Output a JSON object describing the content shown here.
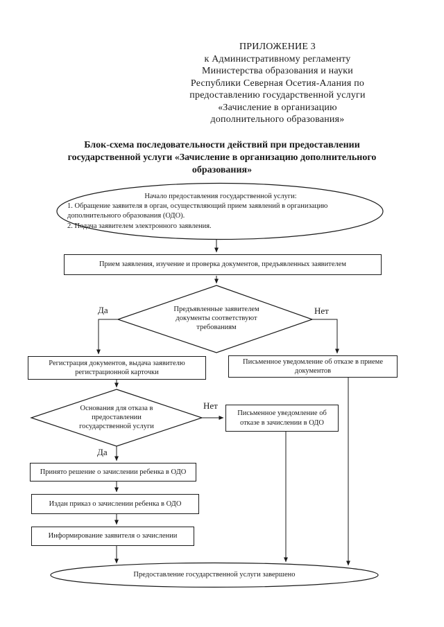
{
  "header": {
    "lines": [
      "ПРИЛОЖЕНИЕ 3",
      "к Административному регламенту",
      "Министерства образования и науки",
      "Республики Северная Осетия-Алания по",
      "предоставлению государственной услуги",
      "«Зачисление в организацию",
      "дополнительного образования»"
    ]
  },
  "title": {
    "lines": [
      "Блок-схема последовательности действий при предоставлении",
      "государственной услуги «Зачисление в организацию дополнительного",
      "образования»"
    ]
  },
  "flowchart": {
    "start": {
      "heading": "Начало предоставления государственной услуги:",
      "items": [
        "1. Обращение заявителя в орган, осуществляющий прием заявлений в организацию дополнительного образования (ОДО).",
        "2. Подача заявителем электронного заявления."
      ]
    },
    "intake": "Прием заявления, изучение и проверка документов, предъявленных заявителем",
    "decision_docs": "Предъявленные заявителем документы соответствуют требованиям",
    "registration": "Регистрация документов, выдача заявителю регистрационной карточки",
    "refusal_accept": "Письменное уведомление об отказе в приеме документов",
    "decision_grounds": "Основания для отказа в предоставлении государственной услуги",
    "refusal_enroll": "Письменное уведомление об отказе в зачислении в ОДО",
    "decision_made": "Принято решение о зачислении ребенка в ОДО",
    "order_issued": "Издан приказ о зачислении ребенка в ОДО",
    "inform": "Информирование заявителя о зачислении",
    "end": "Предоставление государственной услуги завершено",
    "labels": {
      "yes": "Да",
      "no": "Нет"
    }
  },
  "colors": {
    "ink": "#1a1a1a",
    "paper": "#ffffff"
  }
}
